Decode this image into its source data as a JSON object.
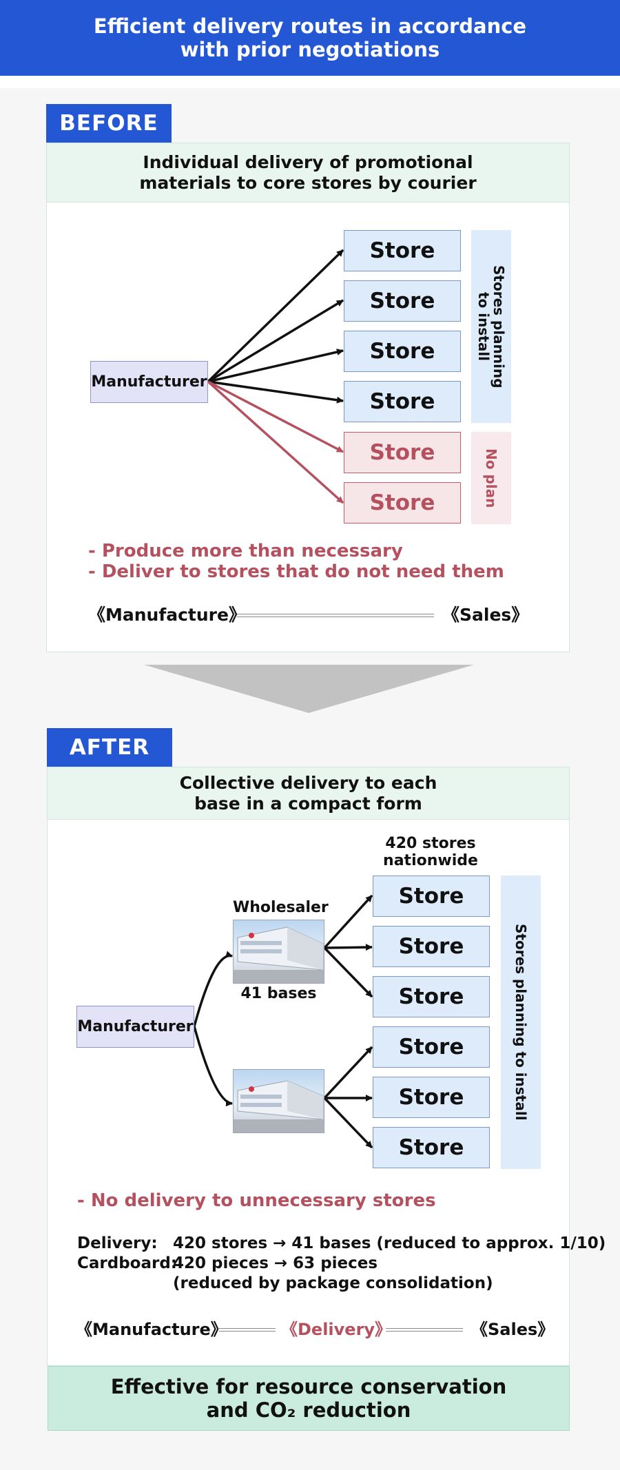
{
  "header": {
    "line1": "Efficient delivery routes in accordance",
    "line2": "with prior negotiations"
  },
  "before": {
    "tag": "BEFORE",
    "subhead_line1": "Individual delivery of promotional",
    "subhead_line2": "materials to core stores by courier",
    "manufacturer": "Manufacturer",
    "stores": [
      "Store",
      "Store",
      "Store",
      "Store"
    ],
    "stores_no_plan": [
      "Store",
      "Store"
    ],
    "side_label_line1": "Stores planning",
    "side_label_line2": "to install",
    "side_label_no_plan": "No plan",
    "issue1": "- Produce more than necessary",
    "issue2": "- Deliver to stores that do not need them",
    "flow_left": "《Manufacture》",
    "flow_right": "《Sales》"
  },
  "after": {
    "tag": "AFTER",
    "subhead_line1": "Collective delivery to each",
    "subhead_line2": "base in a compact form",
    "stores_caption_line1": "420 stores",
    "stores_caption_line2": "nationwide",
    "wholesaler": "Wholesaler",
    "bases": "41 bases",
    "manufacturer": "Manufacturer",
    "stores": [
      "Store",
      "Store",
      "Store",
      "Store",
      "Store",
      "Store"
    ],
    "side_label": "Stores planning to install",
    "benefit": "- No delivery to unnecessary stores",
    "delivery_label": "Delivery:",
    "delivery_value": "420 stores → 41 bases (reduced to approx. 1/10)",
    "cardboard_label": "Cardboard:",
    "cardboard_value": "420 pieces → 63 pieces",
    "cardboard_note": "(reduced by package consolidation)",
    "flow_left": "《Manufacture》",
    "flow_mid": "《Delivery》",
    "flow_right": "《Sales》"
  },
  "footer": {
    "line1": "Effective for resource conservation",
    "line2": "and CO₂ reduction"
  },
  "colors": {
    "brand_blue": "#2357d4",
    "accent_red": "#b5515f",
    "store_fill": "#deebfb",
    "footer_fill": "#c9ecdf"
  }
}
